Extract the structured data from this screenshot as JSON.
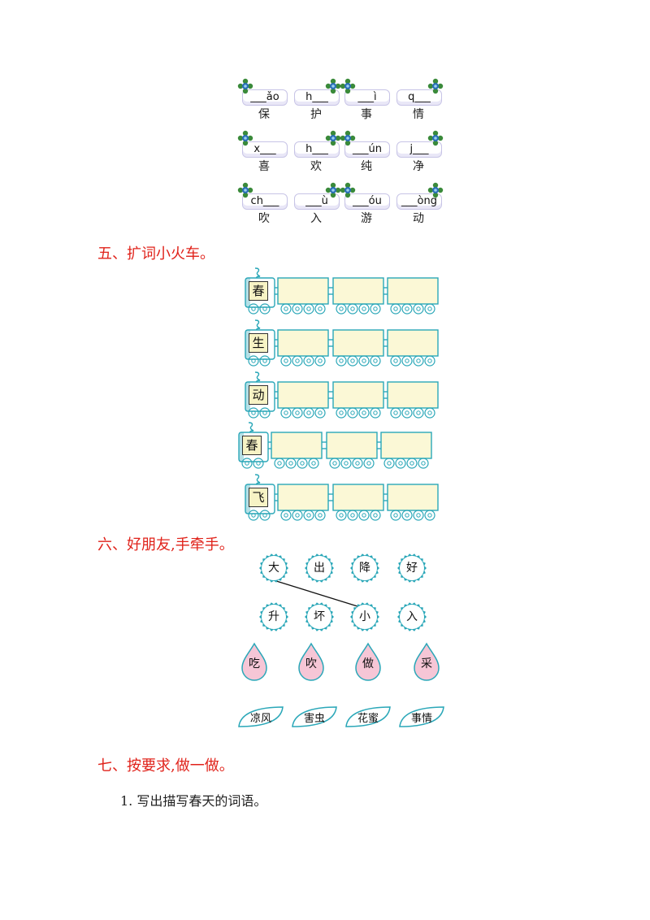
{
  "pinyin_rows": [
    [
      {
        "py1": "___ǎo",
        "py2": "h___",
        "hz1": "保",
        "hz2": "护"
      },
      {
        "py1": "___ì",
        "py2": "q___",
        "hz1": "事",
        "hz2": "情"
      }
    ],
    [
      {
        "py1": "x___",
        "py2": "h___",
        "hz1": "喜",
        "hz2": "欢"
      },
      {
        "py1": "___ún",
        "py2": "j___",
        "hz1": "纯",
        "hz2": "净"
      }
    ],
    [
      {
        "py1": "ch___",
        "py2": "___ù",
        "hz1": "吹",
        "hz2": "入"
      },
      {
        "py1": "___óu",
        "py2": "___òng",
        "hz1": "游",
        "hz2": "动"
      }
    ]
  ],
  "section5": {
    "title": "五、扩词小火车。"
  },
  "trains": [
    {
      "char": "春"
    },
    {
      "char": "生"
    },
    {
      "char": "动"
    },
    {
      "char": "春"
    },
    {
      "char": "飞"
    }
  ],
  "section6": {
    "title": "六、好朋友,手牵手。",
    "row1": [
      "大",
      "出",
      "降",
      "好"
    ],
    "row2": [
      "升",
      "坏",
      "小",
      "入"
    ],
    "drops": [
      "吃",
      "吹",
      "做",
      "采"
    ],
    "leaves": [
      "凉风",
      "害虫",
      "花蜜",
      "事情"
    ]
  },
  "section7": {
    "title": "七、按要求,做一做。",
    "q1": "1. 写出描写春天的词语。"
  },
  "colors": {
    "heading": "#e0221a",
    "teal": "#2aa7b8",
    "car_fill": "#fbf8d6",
    "drop_fill": "#f6c6d6"
  }
}
